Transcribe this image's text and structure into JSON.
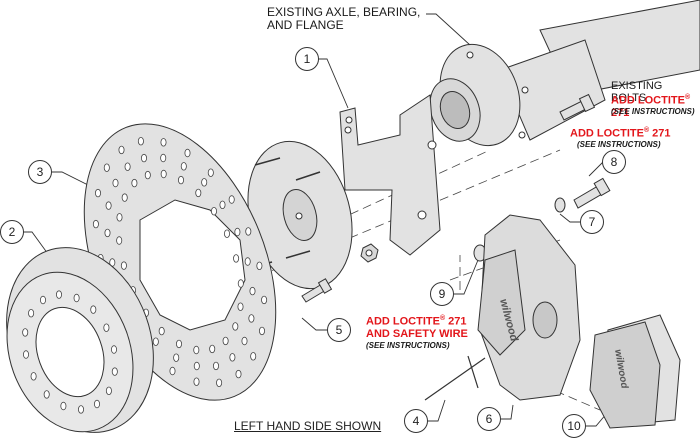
{
  "labels": {
    "axle": [
      "EXISTING AXLE, BEARING,",
      "AND FLANGE"
    ],
    "existing_bolts": "EXISTING BOLTS",
    "loctite_bolts": {
      "prefix": "ADD LOCTITE",
      "reg": "®",
      "suffix": " 271",
      "note": "(SEE INSTRUCTIONS)"
    },
    "loctite_8": {
      "prefix": "ADD LOCTITE",
      "reg": "®",
      "suffix": " 271",
      "note": "(SEE INSTRUCTIONS)"
    },
    "loctite_5": {
      "prefix": "ADD LOCTITE",
      "reg": "®",
      "suffix": " 271",
      "line2": "AND SAFETY WIRE",
      "note": "(SEE INSTRUCTIONS)"
    },
    "footer": "LEFT HAND SIDE SHOWN"
  },
  "callouts": [
    {
      "id": "1",
      "part": "bracket"
    },
    {
      "id": "2",
      "part": "hat"
    },
    {
      "id": "3",
      "part": "rotor"
    },
    {
      "id": "4",
      "part": "pad-retaining-pin"
    },
    {
      "id": "5",
      "part": "rotor-bolt"
    },
    {
      "id": "6",
      "part": "caliper"
    },
    {
      "id": "7",
      "part": "washer"
    },
    {
      "id": "8",
      "part": "caliper-bolt"
    },
    {
      "id": "9",
      "part": "shim-washer"
    },
    {
      "id": "10",
      "part": "brake-pads"
    }
  ],
  "branding": {
    "caliper_logo": "wilwood",
    "pad_logo": "wilwood"
  },
  "colors": {
    "part_fill": "#e2e2e2",
    "stroke": "#333333",
    "warning": "#e3161b"
  }
}
